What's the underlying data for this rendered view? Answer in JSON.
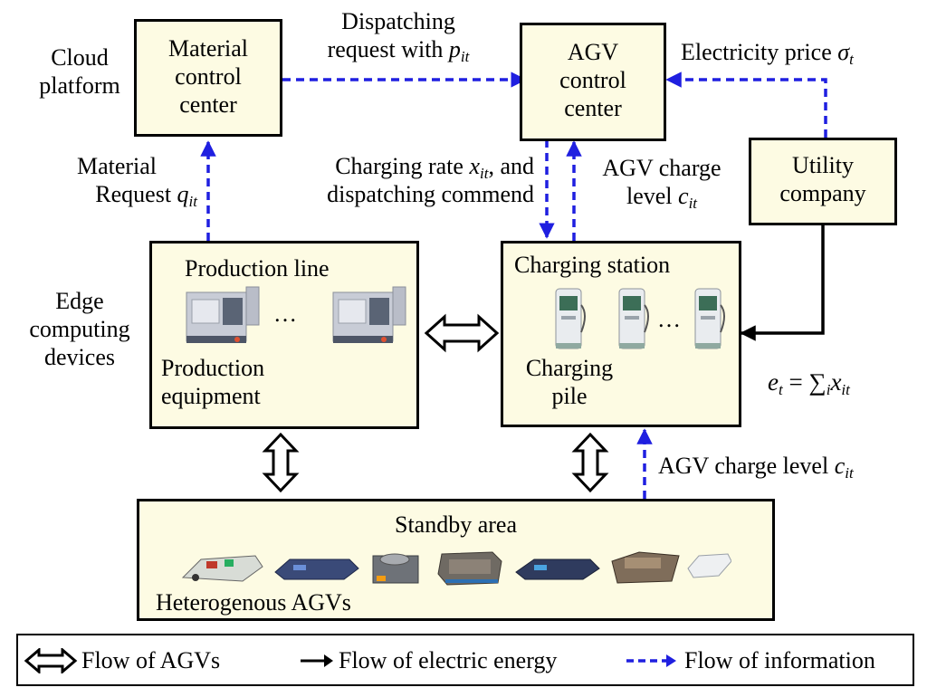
{
  "title": "",
  "layers": {
    "cloud": [
      "Cloud",
      "platform"
    ],
    "edge": [
      "Edge",
      "computing",
      "devices"
    ]
  },
  "nodes": {
    "material_center": [
      "Material",
      "control",
      "center"
    ],
    "agv_center": [
      "AGV",
      "control",
      "center"
    ],
    "utility": [
      "Utility",
      "company"
    ],
    "production_line": "Production line",
    "production_equipment": [
      "Production",
      "equipment"
    ],
    "charging_station": "Charging station",
    "charging_pile": [
      "Charging",
      "pile"
    ],
    "standby_area": "Standby area",
    "heterogenous_agvs": "Heterogenous AGVs",
    "ellipsis": "…"
  },
  "edges": {
    "dispatching_request": {
      "line1": "Dispatching",
      "line2": "request with ",
      "var": "p",
      "sub": "it"
    },
    "electricity_price": {
      "text": "Electricity price ",
      "var": "σ",
      "sub": "t"
    },
    "material_request": {
      "line1": "Material",
      "line2": "Request ",
      "var": "q",
      "sub": "it"
    },
    "charging_rate": {
      "line1a": "Charging rate ",
      "var": "x",
      "sub": "it",
      "line1b": ", and",
      "line2": "dispatching commend"
    },
    "agv_charge_level_top": {
      "line1": "AGV charge",
      "line2": "level ",
      "var": "c",
      "sub": "it"
    },
    "energy_sum": {
      "lhs": "e",
      "lhs_sub": "t",
      "mid": " = ∑",
      "sum_sub": "i",
      "rhs": "x",
      "rhs_sub": "it"
    },
    "agv_charge_level_bottom": {
      "text": "AGV charge level ",
      "var": "c",
      "sub": "it"
    }
  },
  "legend": {
    "agvs": "Flow of AGVs",
    "energy": "Flow of electric energy",
    "information": "Flow of information"
  },
  "colors": {
    "info_arrow": "#1f1fe0",
    "box_fill": "#fdfbe3",
    "border": "#000000"
  }
}
